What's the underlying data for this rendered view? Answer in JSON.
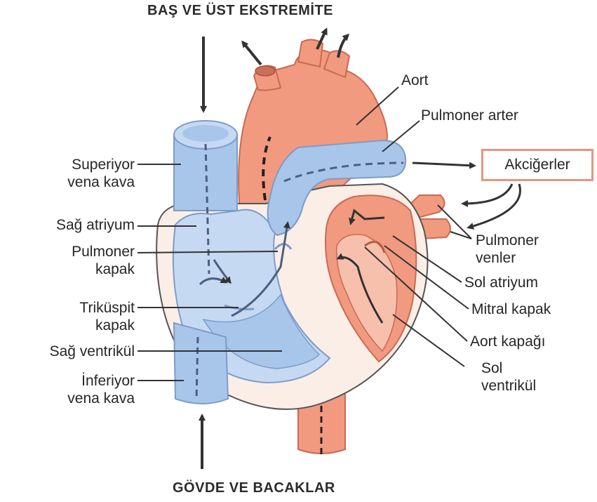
{
  "title_top": "BAŞ VE ÜST EKSTREMİTE",
  "title_bottom": "GÖVDE VE BACAKLAR",
  "colors": {
    "oxygenated": "#f19a80",
    "deoxygenated": "#a8c6ea",
    "line": "#333333",
    "lung_box_border": "#e8957c"
  },
  "labels": {
    "aort": "Aort",
    "pulmoner_arter": "Pulmoner arter",
    "akcigerler": "Akciğerler",
    "superiyor_vena_kava": [
      "Superiyor",
      "vena kava"
    ],
    "sag_atriyum": "Sağ atriyum",
    "pulmoner_kapak": [
      "Pulmoner",
      "kapak"
    ],
    "trikuspit_kapak": [
      "Triküspit",
      "kapak"
    ],
    "sag_ventrikul": "Sağ ventrikül",
    "inferiyor_vena_kava": [
      "İnferiyor",
      "vena kava"
    ],
    "pulmoner_venler": [
      "Pulmoner",
      "venler"
    ],
    "sol_atriyum": "Sol atriyum",
    "mitral_kapak": "Mitral kapak",
    "aort_kapagi": "Aort kapağı",
    "sol_ventrikul": [
      "Sol",
      "ventrikül"
    ]
  }
}
